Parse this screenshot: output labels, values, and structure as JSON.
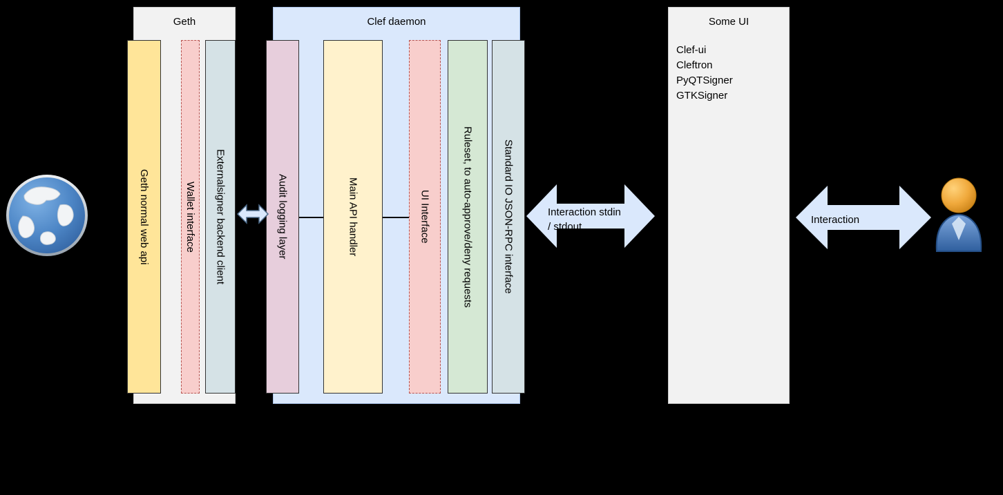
{
  "colors": {
    "background": "#000000",
    "geth_container": "#f2f2f2",
    "clef_container": "#dae8fc",
    "some_ui_container": "#f2f2f2",
    "arrow_fill": "#dae8fc",
    "text": "#000000",
    "yellow_bar": "#ffe599",
    "light_yellow_bar": "#fff2cc",
    "pink_dashed_bar": "#f8cecc",
    "mauve_bar": "#e7cedc",
    "green_bar": "#d5e8d4",
    "bluegray_bar": "#d5e2e6"
  },
  "geth": {
    "title": "Geth",
    "bars": [
      {
        "label": "Geth normal web api",
        "fill": "#ffe599",
        "border": "#333333",
        "dashed": false
      },
      {
        "label": "Wallet interface",
        "fill": "#f8cecc",
        "border": "#b85450",
        "dashed": true
      },
      {
        "label": "Externalsigner backend client",
        "fill": "#d5e2e6",
        "border": "#333333",
        "dashed": false
      }
    ]
  },
  "clef": {
    "title": "Clef daemon",
    "bars": [
      {
        "label": "Audit logging layer",
        "fill": "#e7cedc",
        "border": "#333333",
        "dashed": false
      },
      {
        "label": "Main API handler",
        "fill": "#fff2cc",
        "border": "#333333",
        "dashed": false
      },
      {
        "label": "UI Interface",
        "fill": "#f8cecc",
        "border": "#b85450",
        "dashed": true
      },
      {
        "label": "Ruleset, to auto-approve/deny requests",
        "fill": "#d5e8d4",
        "border": "#333333",
        "dashed": false
      },
      {
        "label": "Standard IO JSON-RPC interface",
        "fill": "#d5e2e6",
        "border": "#333333",
        "dashed": false
      }
    ]
  },
  "some_ui": {
    "title": "Some UI",
    "items": [
      "Clef-ui",
      "Cleftron",
      "PyQTSigner",
      "GTKSigner"
    ]
  },
  "arrows": {
    "geth_clef": {
      "label": ""
    },
    "clef_ui": {
      "label": "Interaction stdin\n/ stdout"
    },
    "ui_user": {
      "label": "Interaction"
    }
  },
  "icons": {
    "left": "globe",
    "right": "user"
  }
}
